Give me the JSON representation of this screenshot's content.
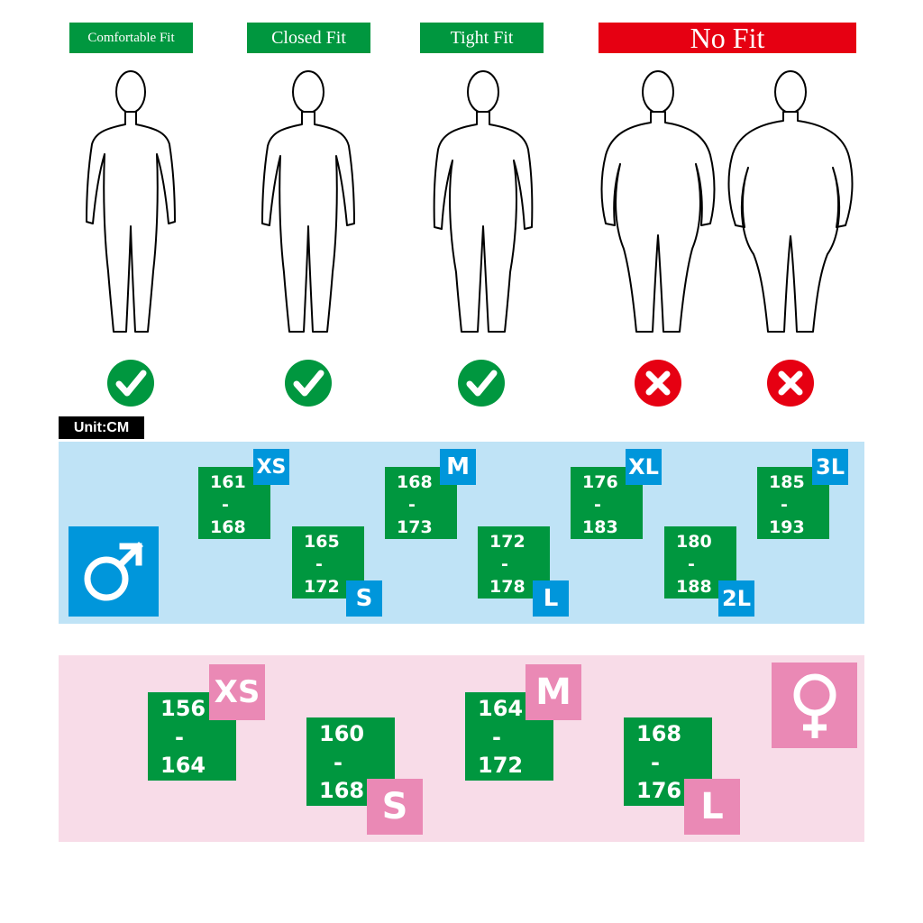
{
  "fit_labels": [
    {
      "text": "Comfortable Fit",
      "color": "#00973f"
    },
    {
      "text": "Closed Fit",
      "color": "#00973f"
    },
    {
      "text": "Tight Fit",
      "color": "#00973f"
    },
    {
      "text": "No Fit",
      "color": "#e60012"
    }
  ],
  "status_icons": [
    "check-icon",
    "check-icon",
    "check-icon",
    "cross-icon",
    "cross-icon"
  ],
  "unit_label": "Unit:CM",
  "colors": {
    "green": "#00973f",
    "red": "#e60012",
    "male_band": "#bfe3f6",
    "male_accent": "#0096db",
    "female_band": "#f8dce8",
    "female_accent": "#ea89b5"
  },
  "male": {
    "symbol": "male-symbol-icon",
    "sizes": [
      {
        "size": "XS",
        "min": "161",
        "sep": "-",
        "max": "168"
      },
      {
        "size": "S",
        "min": "165",
        "sep": "-",
        "max": "172"
      },
      {
        "size": "M",
        "min": "168",
        "sep": "-",
        "max": "173"
      },
      {
        "size": "L",
        "min": "172",
        "sep": "-",
        "max": "178"
      },
      {
        "size": "XL",
        "min": "176",
        "sep": "-",
        "max": "183"
      },
      {
        "size": "2L",
        "min": "180",
        "sep": "-",
        "max": "188"
      },
      {
        "size": "3L",
        "min": "185",
        "sep": "-",
        "max": "193"
      }
    ]
  },
  "female": {
    "symbol": "female-symbol-icon",
    "sizes": [
      {
        "size": "XS",
        "min": "156",
        "sep": "-",
        "max": "164"
      },
      {
        "size": "S",
        "min": "160",
        "sep": "-",
        "max": "168"
      },
      {
        "size": "M",
        "min": "164",
        "sep": "-",
        "max": "172"
      },
      {
        "size": "L",
        "min": "168",
        "sep": "-",
        "max": "176"
      }
    ]
  }
}
